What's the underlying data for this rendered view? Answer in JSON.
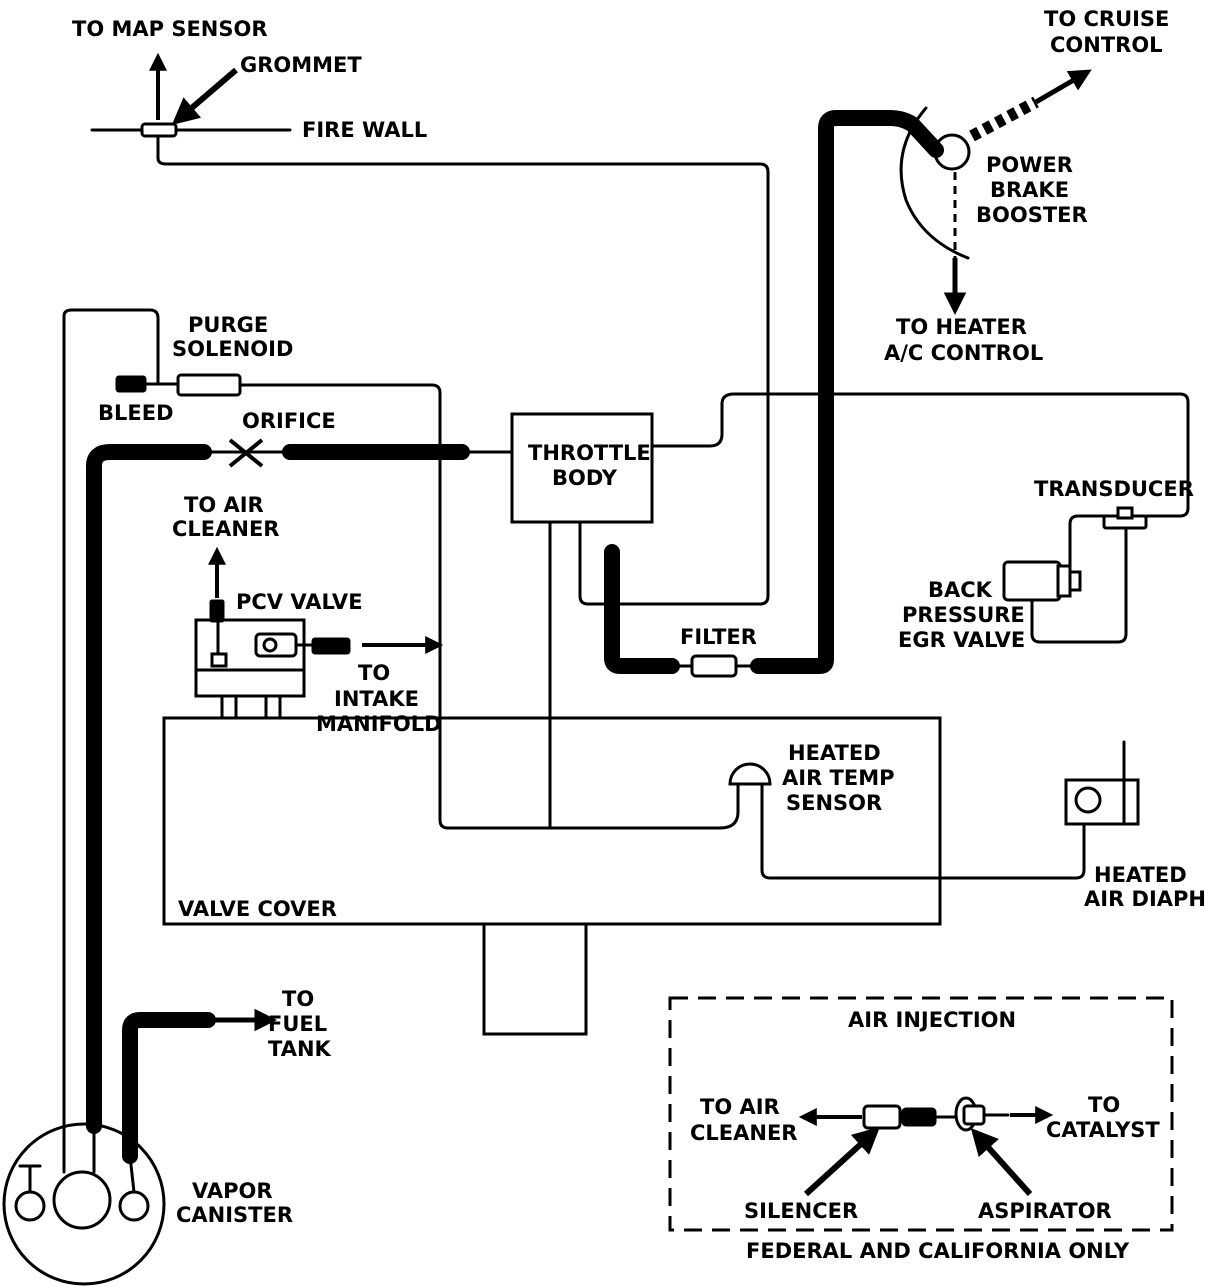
{
  "labels": {
    "to_map_sensor": "TO MAP SENSOR",
    "grommet": "GROMMET",
    "fire_wall": "FIRE WALL",
    "to_cruise_1": "TO CRUISE",
    "to_cruise_2": "CONTROL",
    "power_1": "POWER",
    "power_2": "BRAKE",
    "power_3": "BOOSTER",
    "to_heater_1": "TO HEATER",
    "to_heater_2": "A/C CONTROL",
    "purge_1": "PURGE",
    "purge_2": "SOLENOID",
    "bleed": "BLEED",
    "orifice": "ORIFICE",
    "throttle_1": "THROTTLE",
    "throttle_2": "BODY",
    "to_air_cleaner_top_1": "TO AIR",
    "to_air_cleaner_top_2": "CLEANER",
    "pcv_valve": "PCV VALVE",
    "to_intake_1": "TO",
    "to_intake_2": "INTAKE",
    "to_intake_3": "MANIFOLD",
    "filter": "FILTER",
    "transducer": "TRANSDUCER",
    "egr_1": "BACK",
    "egr_2": "PRESSURE",
    "egr_3": "EGR VALVE",
    "heated_sensor_1": "HEATED",
    "heated_sensor_2": "AIR TEMP",
    "heated_sensor_3": "SENSOR",
    "heated_diaph_1": "HEATED",
    "heated_diaph_2": "AIR DIAPH",
    "valve_cover": "VALVE COVER",
    "to_fuel_1": "TO",
    "to_fuel_2": "FUEL",
    "to_fuel_3": "TANK",
    "vapor_1": "VAPOR",
    "vapor_2": "CANISTER",
    "air_injection": "AIR INJECTION",
    "ai_to_air_1": "TO AIR",
    "ai_to_air_2": "CLEANER",
    "ai_to_cat_1": "TO",
    "ai_to_cat_2": "CATALYST",
    "silencer": "SILENCER",
    "aspirator": "ASPIRATOR",
    "federal": "FEDERAL AND CALIFORNIA ONLY"
  }
}
